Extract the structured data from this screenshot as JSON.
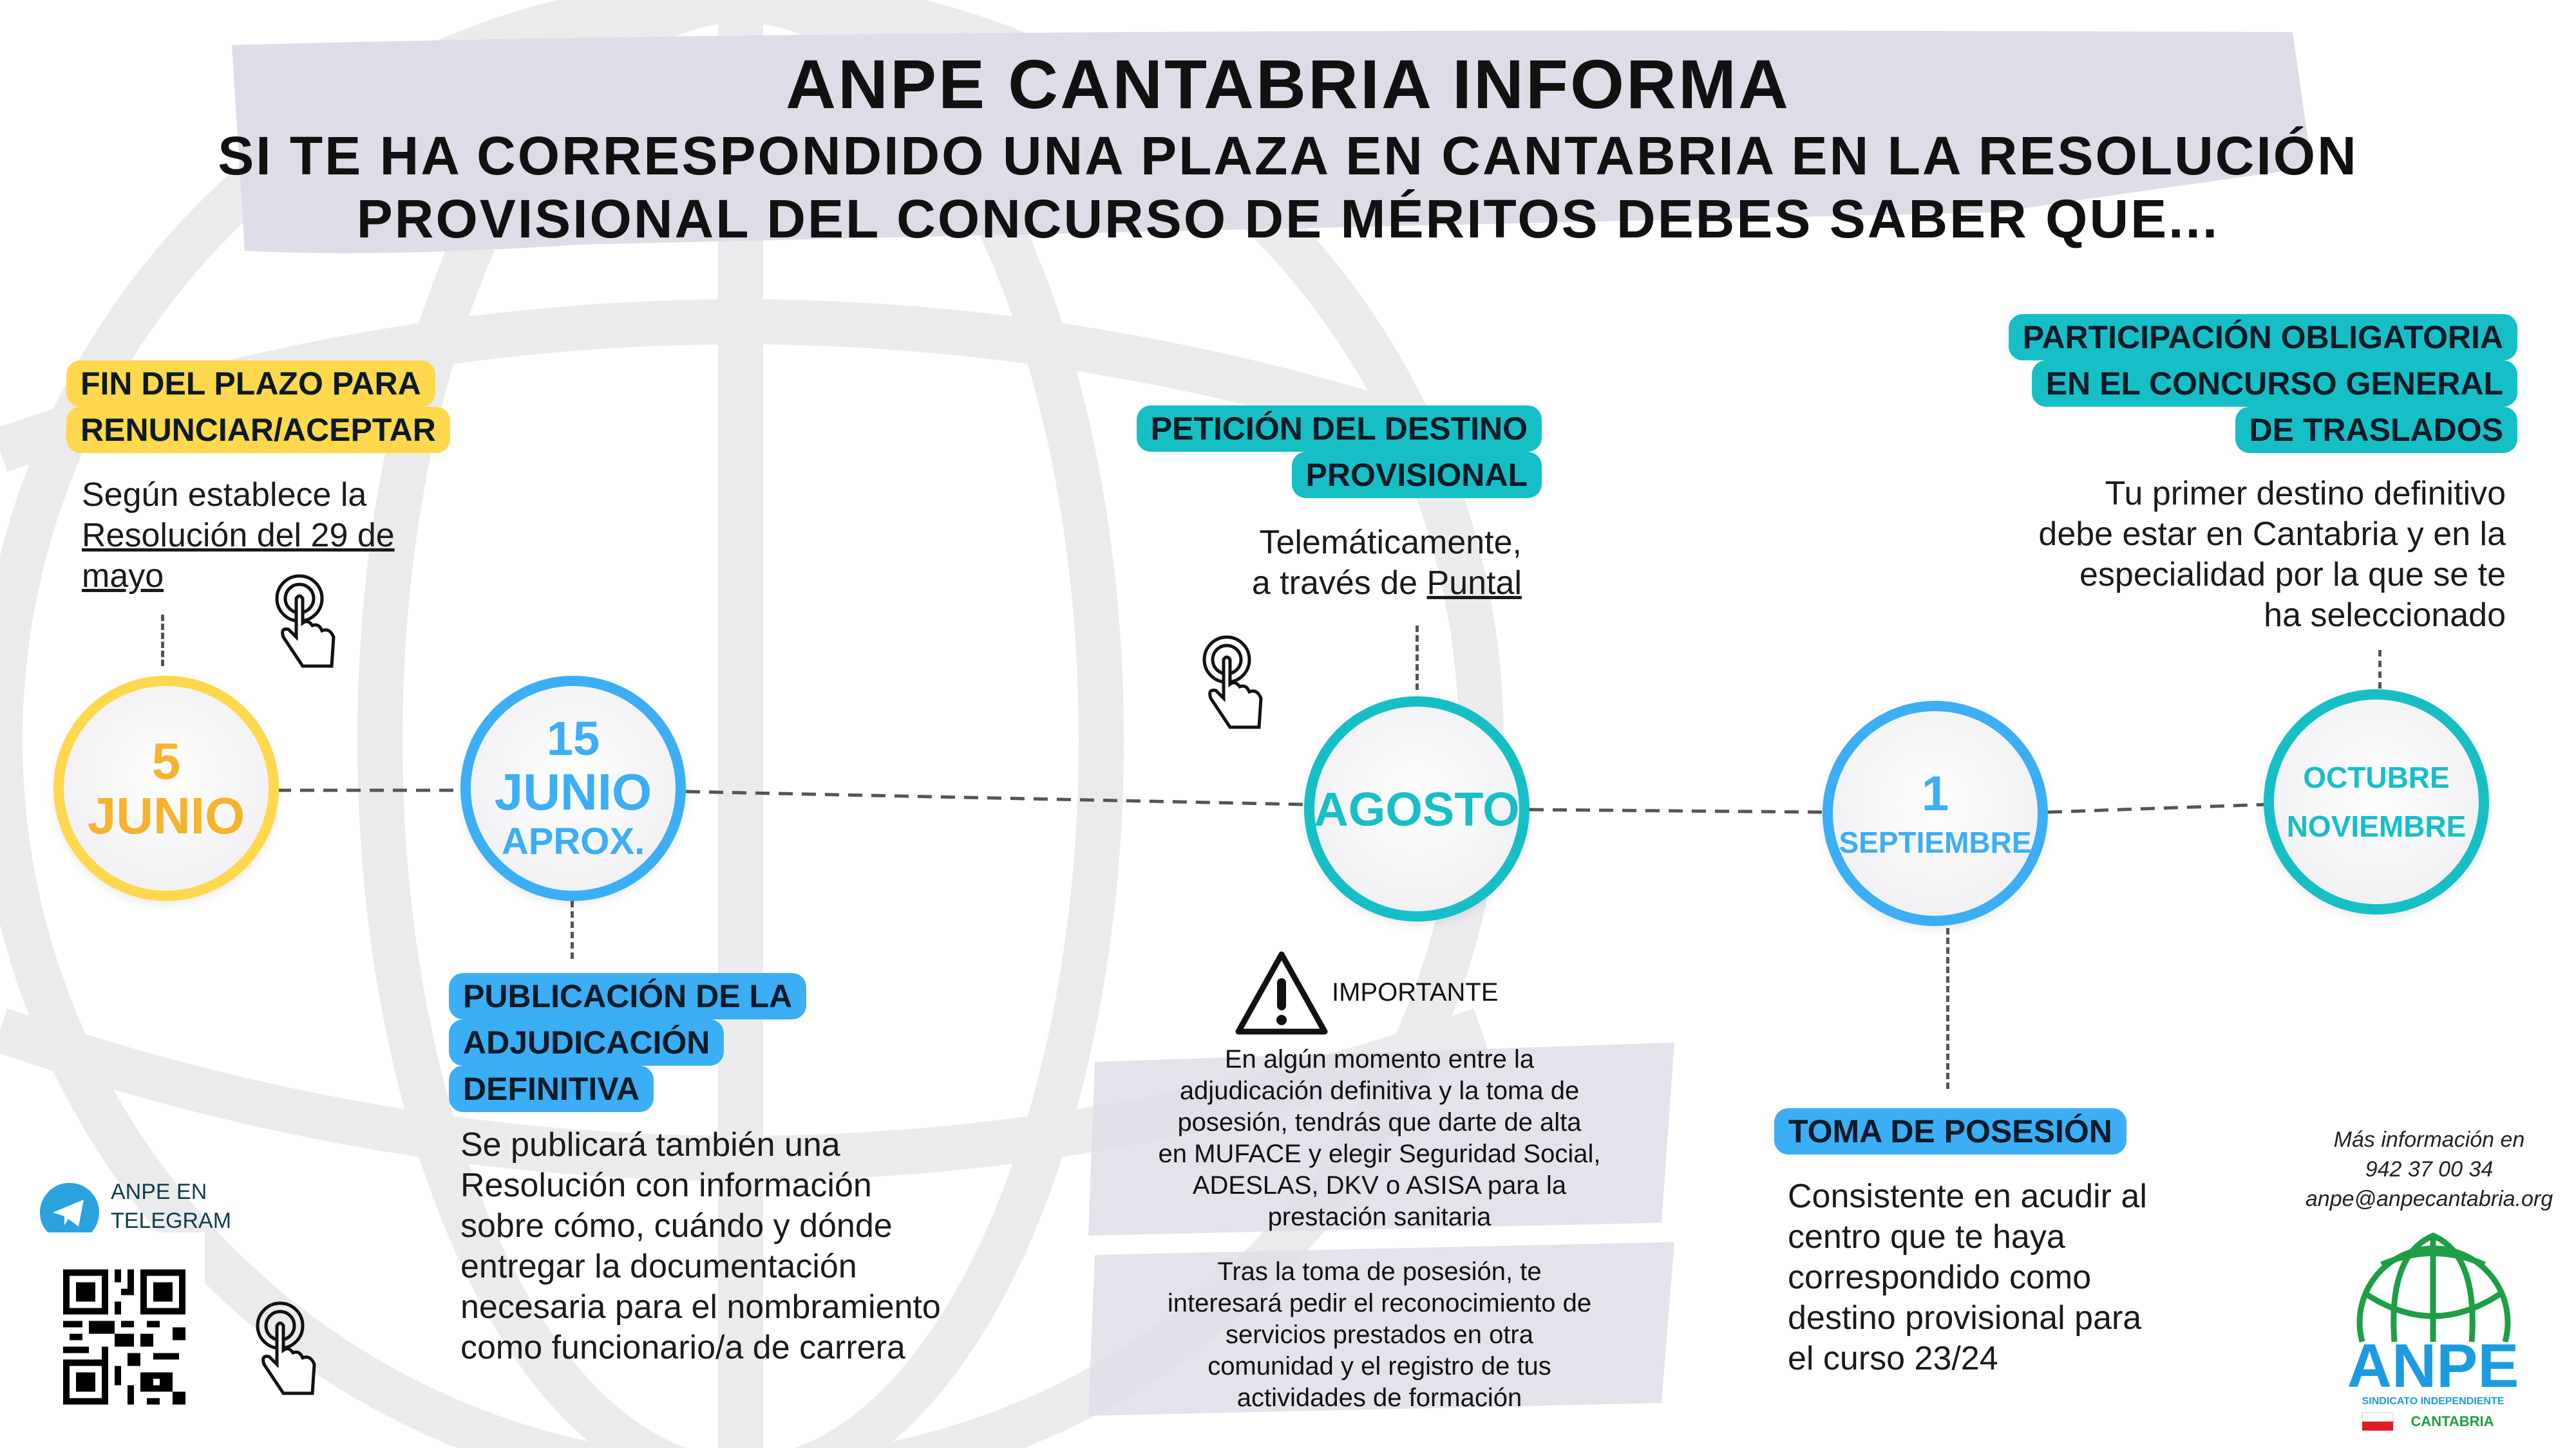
{
  "header": {
    "title": "ANPE CANTABRIA INFORMA",
    "subtitle_line1": "SI TE HA CORRESPONDIDO UNA PLAZA EN CANTABRIA EN LA RESOLUCIÓN",
    "subtitle_line2": "PROVISIONAL DEL CONCURSO DE MÉRITOS DEBES SABER QUE..."
  },
  "colors": {
    "yellow": "#FFD84D",
    "yellow_text": "#F7B22E",
    "blue": "#3BAEF5",
    "teal": "#16BFC6",
    "green": "#1E9E45"
  },
  "milestones": [
    {
      "line1": "5",
      "line2": "JUNIO"
    },
    {
      "line1": "15",
      "line2": "JUNIO",
      "line3": "APROX."
    },
    {
      "line1": "AGOSTO"
    },
    {
      "line1": "1",
      "line2": "SEPTIEMBRE"
    },
    {
      "line1": "OCTUBRE",
      "line2": "NOVIEMBRE"
    }
  ],
  "events": {
    "renunciar": {
      "label": [
        "FIN DEL PLAZO PARA",
        "RENUNCIAR/ACEPTAR"
      ],
      "text_prefix": "Según establece la",
      "link": [
        "Resolución del 29 de",
        "mayo"
      ]
    },
    "publicacion": {
      "label": [
        "PUBLICACIÓN DE LA",
        "ADJUDICACIÓN",
        "DEFINITIVA"
      ],
      "text": [
        "Se publicará también una",
        "Resolución con información",
        "sobre cómo, cuándo y dónde",
        "entregar la documentación",
        "necesaria para el nombramiento",
        "como funcionario/a de carrera"
      ]
    },
    "peticion": {
      "label": [
        "PETICIÓN DEL DESTINO",
        "PROVISIONAL"
      ],
      "text1": "Telemáticamente,",
      "text2_prefix": "a través de ",
      "link": "Puntal"
    },
    "participacion": {
      "label": [
        "PARTICIPACIÓN OBLIGATORIA",
        "EN EL CONCURSO GENERAL",
        "DE TRASLADOS"
      ],
      "text": [
        "Tu primer destino definitivo",
        "debe estar en Cantabria y en la",
        "especialidad por la que se te",
        "ha seleccionado"
      ]
    },
    "toma": {
      "label": "TOMA DE POSESIÓN",
      "text": [
        "Consistente en acudir al",
        "centro que te haya",
        "correspondido como",
        "destino provisional para",
        "el curso 23/24"
      ]
    }
  },
  "importante": {
    "heading": "IMPORTANTE",
    "para1": [
      "En algún momento entre la",
      "adjudicación definitiva y la toma de",
      "posesión, tendrás que darte de alta",
      "en MUFACE y elegir Seguridad Social,",
      "ADESLAS, DKV o ASISA para la",
      "prestación sanitaria"
    ],
    "para2": [
      "Tras la toma de posesión, te",
      "interesará pedir el reconocimiento de",
      "servicios prestados en otra",
      "comunidad y el registro de tus",
      "actividades de formación"
    ]
  },
  "telegram": {
    "line1": "ANPE EN",
    "line2": "TELEGRAM"
  },
  "contact": {
    "line1": "Más información en",
    "phone": "942 37 00 34",
    "email": "anpe@anpecantabria.org"
  },
  "logo": {
    "name": "ANPE",
    "tagline": "SINDICATO INDEPENDIENTE",
    "region": "CANTABRIA"
  }
}
